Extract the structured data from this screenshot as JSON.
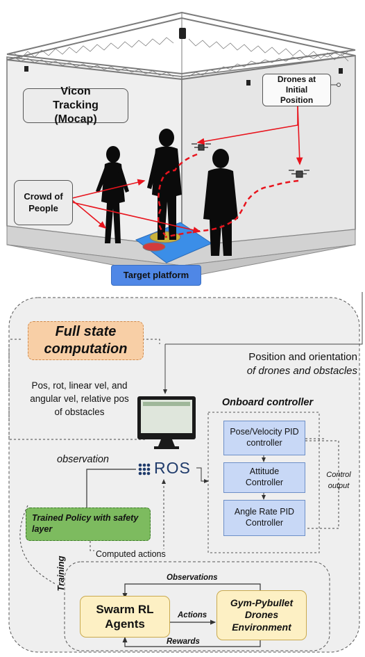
{
  "top_scene": {
    "vicon_label": "Vicon Tracking (Mocap)",
    "drones_label": "Drones at Initial Position",
    "crowd_label": "Crowd of People",
    "target_label": "Target platform"
  },
  "bottom_pipeline": {
    "full_state": "Full state computation",
    "position_orientation_line1": "Position and orientation",
    "position_orientation_line2": "of drones and obstacles",
    "state_vector_text": "Pos, rot, linear vel, and angular vel, relative pos of obstacles",
    "onboard_title": "Onboard controller",
    "pose_velocity_pid": "Pose/Velocity PID controller",
    "attitude_controller": "Attitude Controller",
    "angle_rate_pid": "Angle Rate PID Controller",
    "control_output": "Control output",
    "observation": "observation",
    "ros_label": "ROS",
    "trained_policy": "Trained Policy with safety layer",
    "computed_actions": "Computed actions",
    "training_label": "Training",
    "observations": "Observations",
    "swarm_rl": "Swarm RL Agents",
    "actions": "Actions",
    "gym_env": "Gym-Pybullet Drones Environment",
    "rewards": "Rewards"
  },
  "colors": {
    "full_state_fill": "#f8cfa6",
    "full_state_border": "#e1a46b",
    "controller_fill": "#c8d8f6",
    "controller_border": "#6d8fc7",
    "policy_fill": "#7dbb5f",
    "policy_border": "#4a8a35",
    "agent_fill": "#fdf0c4",
    "agent_border": "#c9a94e",
    "target_fill": "#4f87e6",
    "arrow_red": "#e8141d"
  }
}
